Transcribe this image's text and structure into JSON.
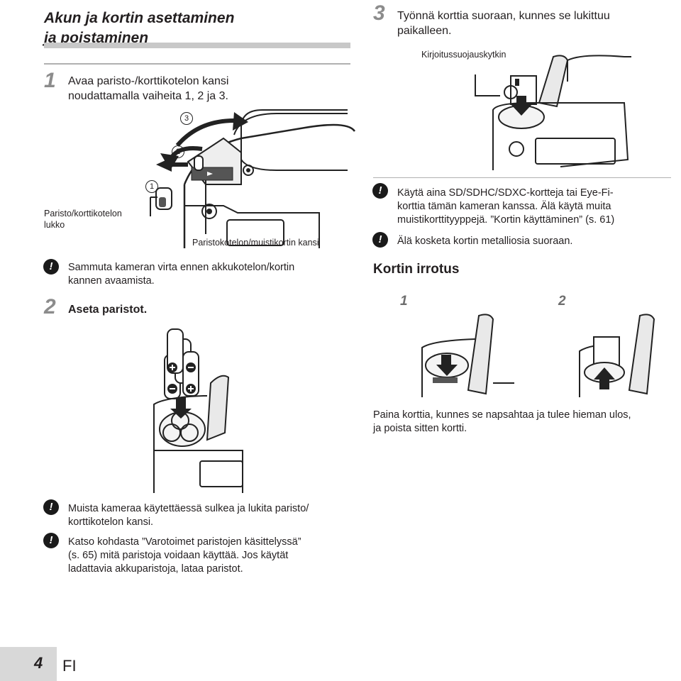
{
  "title": {
    "line1": "Akun ja kortin asettaminen",
    "line2": "ja poistaminen"
  },
  "step1": {
    "number": "1",
    "line1": "Avaa paristo-/korttikotelon kansi",
    "line2": "noudattamalla vaiheita 1, 2 ja 3.",
    "circ1": "1",
    "circ2": "2",
    "circ3": "3",
    "label_lock_1": "Paristo/korttikotelon",
    "label_lock_2": "lukko",
    "label_cover": "Paristokotelon/muistikortin kansi"
  },
  "notes_left": [
    {
      "line1": "Sammuta kameran virta ennen akkukotelon/kortin",
      "line2": "kannen avaamista."
    }
  ],
  "step2": {
    "number": "2",
    "text": "Aseta paristot."
  },
  "notes_bottom": [
    {
      "line1": "Muista kameraa käytettäessä sulkea ja lukita paristo/",
      "line2": "korttikotelon kansi."
    },
    {
      "line1": "Katso kohdasta ”Varotoimet paristojen käsittelyssä”",
      "line2": "(s. 65) mitä paristoja voidaan käyttää. Jos käytät",
      "line3": "ladattavia akkuparistoja, lataa paristot."
    }
  ],
  "step3": {
    "number": "3",
    "line1": "Työnnä korttia suoraan, kunnes se lukittuu",
    "line2": "paikalleen.",
    "label_write_protect": "Kirjoitussuojauskytkin"
  },
  "notes_right": [
    {
      "line1": "Käytä aina SD/SDHC/SDXC-kortteja tai Eye-Fi-",
      "line2": "korttia tämän kameran kanssa. Älä käytä muita",
      "line3": "muistikorttityyppejä. ”Kortin käyttäminen” (s. 61)"
    },
    {
      "line1": "Älä kosketa kortin metalliosia suoraan."
    }
  ],
  "removal": {
    "heading": "Kortin irrotus",
    "num1": "1",
    "num2": "2",
    "line1": "Paina korttia, kunnes se napsahtaa ja tulee hieman ulos,",
    "line2": "ja poista sitten kortti."
  },
  "footer": {
    "page": "4",
    "lang": "FI"
  },
  "warning_glyph": "!"
}
